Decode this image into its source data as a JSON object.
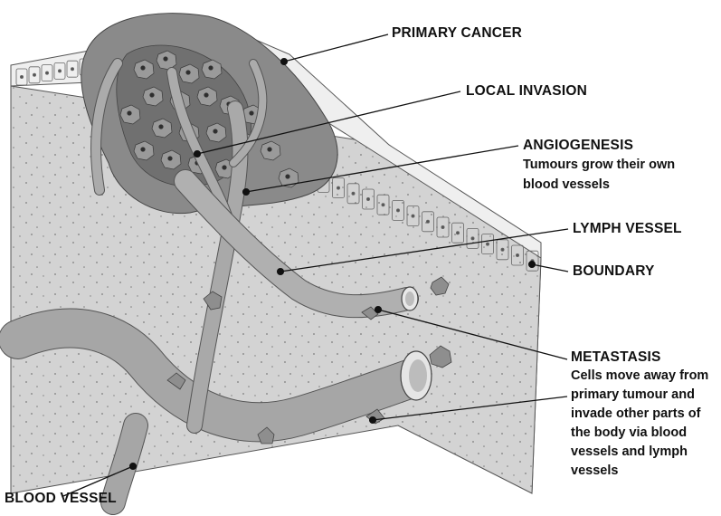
{
  "labels": {
    "primary_cancer": "PRIMARY CANCER",
    "local_invasion": "LOCAL INVASION",
    "angiogenesis": "ANGIOGENESIS",
    "angiogenesis_desc_1": "Tumours grow their own",
    "angiogenesis_desc_2": "blood vessels",
    "lymph_vessel": "LYMPH VESSEL",
    "boundary": "BOUNDARY",
    "metastasis": "METASTASIS",
    "metastasis_desc": [
      "Cells move away from",
      "primary tumour and",
      "invade other parts of",
      "the body via blood",
      "vessels and lymph",
      "vessels"
    ],
    "blood_vessel": "BLOOD VESSEL"
  },
  "colors": {
    "tissue_front": "#d4d4d4",
    "tissue_side": "#b9b9b9",
    "vessel": "#9e9e9e",
    "tumour": "#7d7d7d",
    "cell_layer": "#f2f2f2",
    "leader_line": "#111111"
  }
}
